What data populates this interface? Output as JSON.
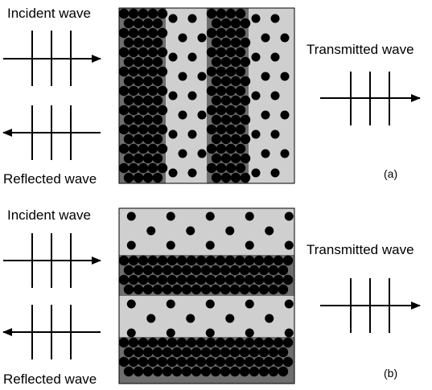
{
  "panel_a": {
    "incident_label": "Incident wave",
    "reflected_label": "Reflected wave",
    "transmitted_label": "Transmitted wave",
    "tag": "(a)",
    "layer_orientation": "vertical",
    "layer_sequence": [
      "dense",
      "sparse",
      "dense",
      "sparse"
    ]
  },
  "panel_b": {
    "incident_label": "Incident wave",
    "reflected_label": "Reflected wave",
    "transmitted_label": "Transmitted wave",
    "tag": "(b)",
    "layer_orientation": "horizontal",
    "layer_sequence": [
      "sparse",
      "dense",
      "sparse",
      "dense"
    ]
  },
  "colors": {
    "dense_fill": "#6e6e6e",
    "sparse_fill": "#cfcfcf",
    "particle": "#000000",
    "stroke": "#000000",
    "background": "#ffffff"
  }
}
